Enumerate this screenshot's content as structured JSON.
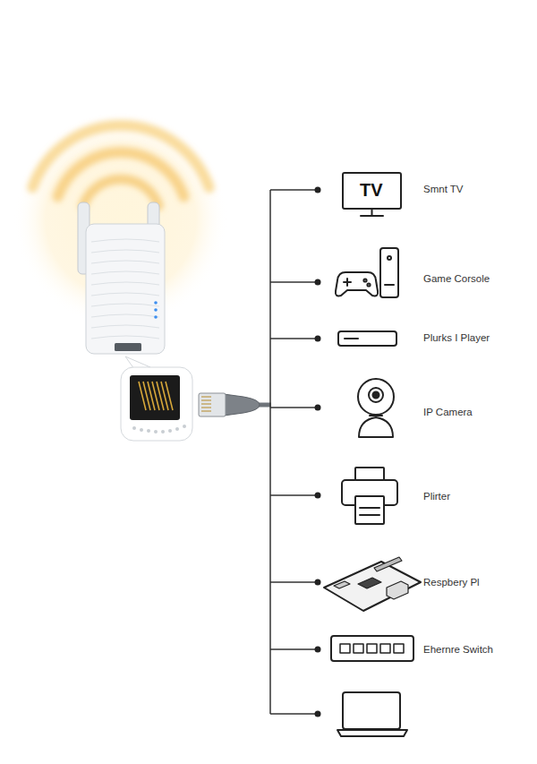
{
  "diagram": {
    "nodes": [
      {
        "text": [
          "TV",
          "Smnt TV"
        ]
      },
      {
        "text": [
          "Game Corsole"
        ]
      },
      {
        "text": [
          "Plurks I Player"
        ]
      },
      {
        "text": [
          "IP Camera"
        ]
      },
      {
        "text": [
          "Plirter"
        ]
      },
      {
        "text": [
          "Respbery Pl"
        ]
      },
      {
        "text": [
          "Ehernre Switch"
        ]
      }
    ]
  }
}
